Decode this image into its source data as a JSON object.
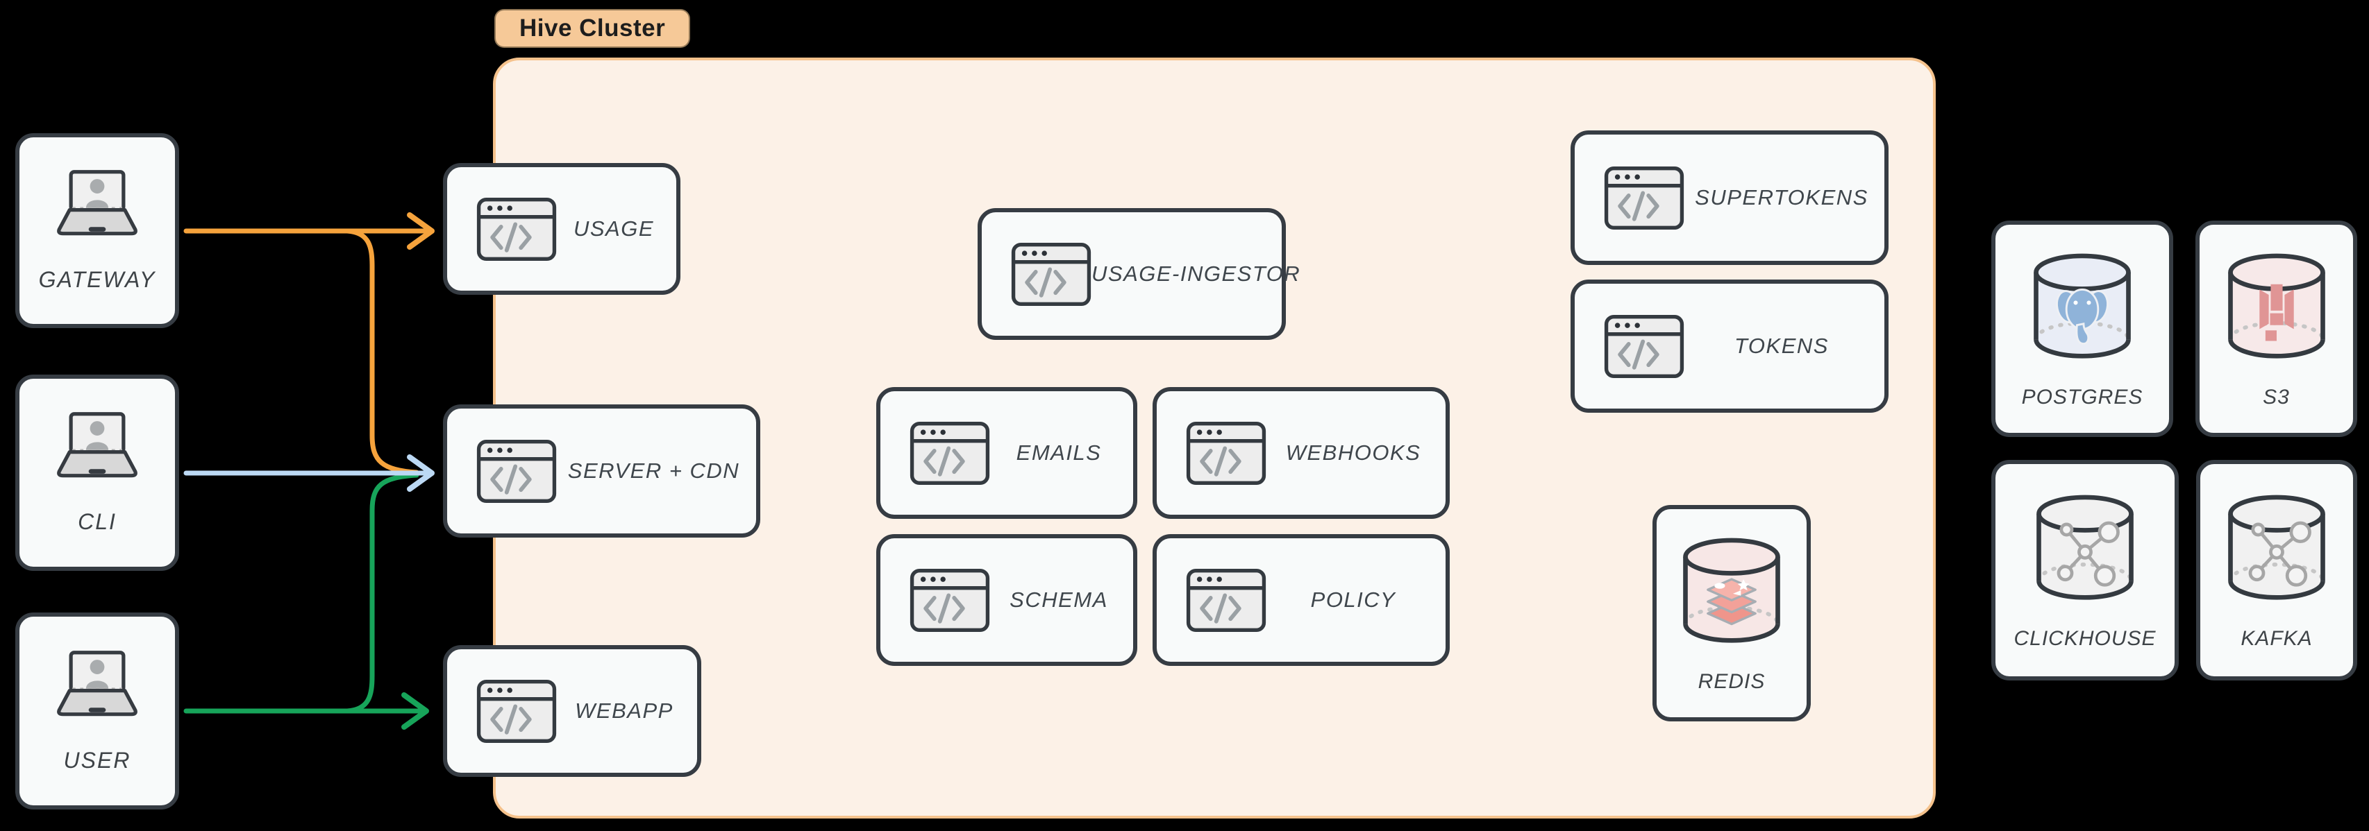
{
  "cluster": {
    "label": "Hive Cluster",
    "fill": "#fcf1e7",
    "border": "#f5c28c",
    "label_fill": "#f6c998"
  },
  "clients": {
    "gateway": {
      "label": "GATEWAY"
    },
    "cli": {
      "label": "CLI"
    },
    "user": {
      "label": "USER"
    }
  },
  "services": {
    "usage": {
      "label": "USAGE"
    },
    "server_cdn": {
      "label": "SERVER + CDN"
    },
    "webapp": {
      "label": "WEBAPP"
    },
    "usage_ingestor": {
      "label": "USAGE-INGESTOR"
    },
    "emails": {
      "label": "EMAILS"
    },
    "webhooks": {
      "label": "WEBHOOKS"
    },
    "schema": {
      "label": "SCHEMA"
    },
    "policy": {
      "label": "POLICY"
    },
    "supertokens": {
      "label": "SUPERTOKENS"
    },
    "tokens": {
      "label": "TOKENS"
    },
    "redis": {
      "label": "REDIS"
    }
  },
  "datastores": {
    "postgres": {
      "label": "POSTGRES"
    },
    "s3": {
      "label": "S3"
    },
    "clickhouse": {
      "label": "CLICKHOUSE"
    },
    "kafka": {
      "label": "KAFKA"
    }
  },
  "arrows": {
    "gateway": {
      "color": "#f6a33c",
      "from": "GATEWAY",
      "to": [
        "USAGE",
        "SERVER + CDN"
      ]
    },
    "cli": {
      "color": "#bcd9f4",
      "from": "CLI",
      "to": [
        "SERVER + CDN"
      ]
    },
    "user": {
      "color": "#17a45a",
      "from": "USER",
      "to": [
        "WEBAPP",
        "SERVER + CDN"
      ]
    }
  }
}
